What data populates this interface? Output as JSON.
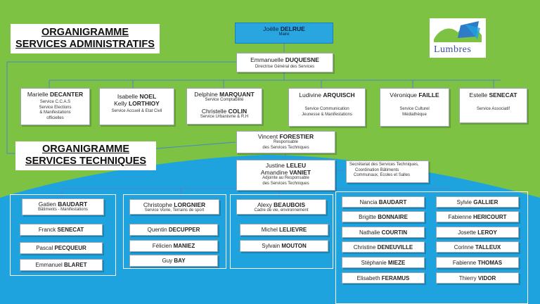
{
  "titles": {
    "admin_line1": "ORGANIGRAMME",
    "admin_line2": "SERVICES ADMINISTRATIFS",
    "tech_line1": "ORGANIGRAMME",
    "tech_line2": "SERVICES TECHNIQUES"
  },
  "logo": {
    "text": "Lumbres"
  },
  "colors": {
    "green": "#7dc242",
    "blue": "#1fa3df",
    "mayor_box": "#29a6e0"
  },
  "mayor": {
    "first": "Joëlle",
    "last": "DELRUE",
    "role": "Maire"
  },
  "director": {
    "first": "Emmanuelle",
    "last": "DUQUESNE",
    "role": "Directrise Général des Services"
  },
  "admin": {
    "decanter": {
      "first": "Marielle",
      "last": "DECANTER",
      "l1": "Service C.C.A.S",
      "l2": "Service Elections",
      "l3": "& Manifestations",
      "l4": "officielles"
    },
    "noel": {
      "first": "Isabelle",
      "last": "NOEL",
      "first2": "Kelly",
      "last2": "LORTHIOY",
      "role": "Service Accueil & Etat Civil"
    },
    "marquant": {
      "first": "Delphine",
      "last": "MARQUANT",
      "role": "Service Comptabilité",
      "first2": "Christelle",
      "last2": "COLIN",
      "role2": "Service Urbanisme & R.H"
    },
    "arquisch": {
      "first": "Ludivine",
      "last": "ARQUISCH",
      "l1": "Service Communication",
      "l2": "Jeunesse & Manifestations"
    },
    "faille": {
      "first": "Véronique",
      "last": "FAILLE",
      "l1": "Service Culturel",
      "l2": "Médiathèque"
    },
    "senecat": {
      "first": "Estelle",
      "last": "SENECAT",
      "role": "Service Associatif"
    }
  },
  "tech": {
    "forestier": {
      "first": "Vincent",
      "last": "FORESTIER",
      "l1": "Responsable",
      "l2": "des Services Techniques"
    },
    "leleu": {
      "first": "Justine",
      "last": "LELEU",
      "first2": "Amandine",
      "last2": "VANIET",
      "l1": "Adjointe au Responsable",
      "l2": "des Services Techniques"
    },
    "secretariat": {
      "l1": "Secrétariat des Services Techniques,",
      "l2": "Coordination Bâtiments",
      "l3": "Communaux, Ecoles et Salles"
    }
  },
  "teams": {
    "baudart": {
      "head": {
        "first": "Gatien",
        "last": "BAUDART",
        "role": "Bâtiments - Manifestations"
      },
      "members": [
        {
          "first": "Franck",
          "last": "SENECAT"
        },
        {
          "first": "Pascal",
          "last": "PECQUEUR"
        },
        {
          "first": "Emmanuel",
          "last": "BLARET"
        }
      ]
    },
    "lorgnier": {
      "head": {
        "first": "Christophe",
        "last": "LORGNIER",
        "role": "Service Voirie, Terrains de sport"
      },
      "members": [
        {
          "first": "Quentin",
          "last": "DECUPPER"
        },
        {
          "first": "Félicien",
          "last": "MANIEZ"
        },
        {
          "first": "Guy",
          "last": "BAY"
        }
      ]
    },
    "beaubois": {
      "head": {
        "first": "Alexy",
        "last": "BEAUBOIS",
        "role": "Cadre de vie, environnement"
      },
      "members": [
        {
          "first": "Michel",
          "last": "LELIEVRE"
        },
        {
          "first": "Sylvain",
          "last": "MOUTON"
        }
      ]
    },
    "left_col": [
      {
        "first": "Nancia",
        "last": "BAUDART"
      },
      {
        "first": "Brigitte",
        "last": "BONNAIRE"
      },
      {
        "first": "Nathalie",
        "last": "COURTIN"
      },
      {
        "first": "Christine",
        "last": "DENEUVILLE"
      },
      {
        "first": "Stéphanie",
        "last": "MIEZE"
      },
      {
        "first": "Elisabeth",
        "last": "FERAMUS"
      }
    ],
    "right_col": [
      {
        "first": "Sylvie",
        "last": "GALLIER"
      },
      {
        "first": "Fabienne",
        "last": "HERICOURT"
      },
      {
        "first": "Josette",
        "last": "LEROY"
      },
      {
        "first": "Corinne",
        "last": "TALLEUX"
      },
      {
        "first": "Fabienne",
        "last": "THOMAS"
      },
      {
        "first": "Thierry",
        "last": "VIDOR"
      }
    ]
  }
}
